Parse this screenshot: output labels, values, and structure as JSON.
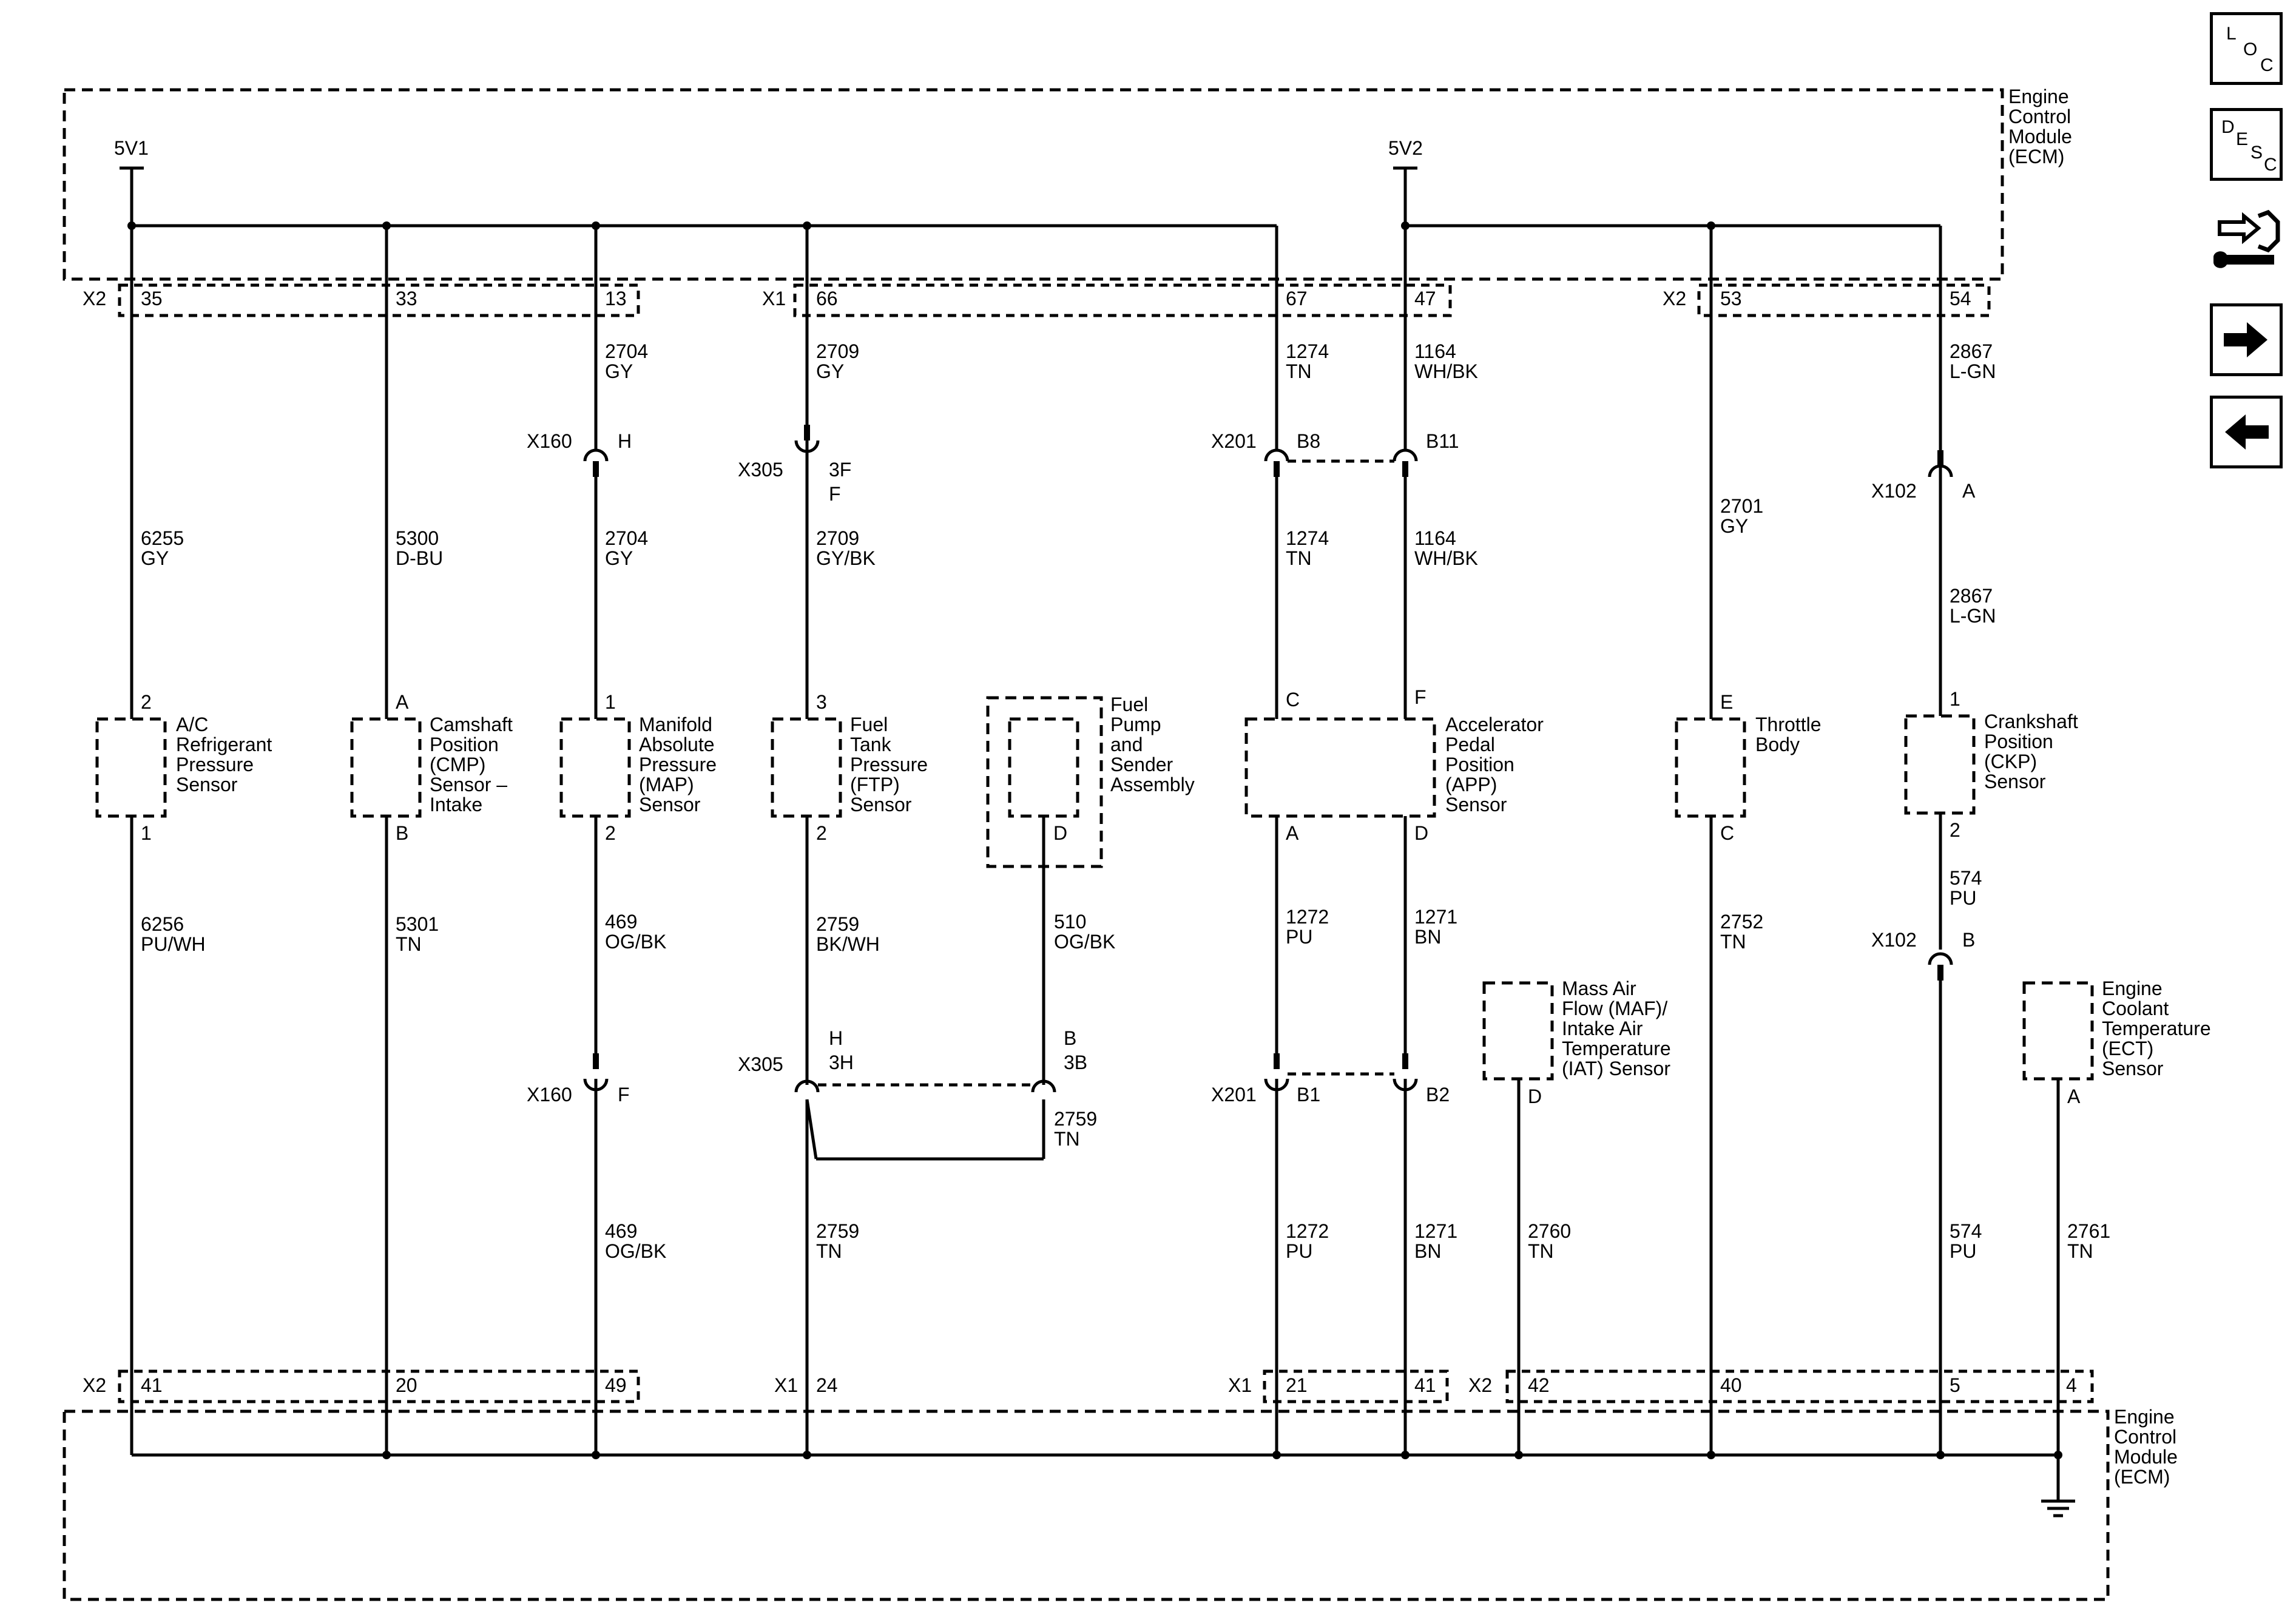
{
  "nav": {
    "loc": [
      "L",
      "O",
      "C"
    ],
    "desc": [
      "D",
      "E",
      "S",
      "C"
    ],
    "next_icon": "arrow-right",
    "prev_icon": "arrow-left",
    "tool_icon": "connector-tool"
  },
  "ecm": {
    "top_label": [
      "Engine",
      "Control",
      "Module",
      "(ECM)"
    ],
    "bottom_label": [
      "Engine",
      "Control",
      "Module",
      "(ECM)"
    ]
  },
  "supplies": {
    "left": "5V1",
    "right": "5V2"
  },
  "top_connectors": [
    {
      "name": "X2",
      "pins": [
        "35",
        "33",
        "13"
      ]
    },
    {
      "name": "X1",
      "pins": [
        "66",
        "67",
        "47"
      ]
    },
    {
      "name": "X2",
      "pins": [
        "53",
        "54"
      ]
    }
  ],
  "bottom_connectors": [
    {
      "name": "X2",
      "pins": [
        "41",
        "20",
        "49"
      ]
    },
    {
      "name": "X1",
      "pins": [
        "24"
      ]
    },
    {
      "name": "X1",
      "pins": [
        "21",
        "41"
      ]
    },
    {
      "name": "X2",
      "pins": [
        "42",
        "40",
        "5",
        "4"
      ]
    }
  ],
  "wires": {
    "map_upper": [
      "2704",
      "GY"
    ],
    "ftp_upper": [
      "2709",
      "GY"
    ],
    "app_c_upper": [
      "1274",
      "TN"
    ],
    "app_f_upper": [
      "1164",
      "WH/BK"
    ],
    "ckp_upper": [
      "2867",
      "L-GN"
    ],
    "ac_upper": [
      "6255",
      "GY"
    ],
    "cmp_upper": [
      "5300",
      "D-BU"
    ],
    "map_mid": [
      "2704",
      "GY"
    ],
    "ftp_mid": [
      "2709",
      "GY/BK"
    ],
    "app_c_mid": [
      "1274",
      "TN"
    ],
    "app_f_mid": [
      "1164",
      "WH/BK"
    ],
    "tb_upper": [
      "2701",
      "GY"
    ],
    "ckp_mid": [
      "2867",
      "L-GN"
    ],
    "ac_lower": [
      "6256",
      "PU/WH"
    ],
    "cmp_lower": [
      "5301",
      "TN"
    ],
    "map_lower": [
      "469",
      "OG/BK"
    ],
    "ftp_lower": [
      "2759",
      "BK/WH"
    ],
    "pump_lower": [
      "510",
      "OG/BK"
    ],
    "app_a_lower": [
      "1272",
      "PU"
    ],
    "app_d_lower": [
      "1271",
      "BN"
    ],
    "tb_lower": [
      "2752",
      "TN"
    ],
    "ckp_lower": [
      "574",
      "PU"
    ],
    "pump_jumper": [
      "2759",
      "TN"
    ],
    "map_bottom": [
      "469",
      "OG/BK"
    ],
    "ftp_bottom": [
      "2759",
      "TN"
    ],
    "app_a_bottom": [
      "1272",
      "PU"
    ],
    "app_d_bottom": [
      "1271",
      "BN"
    ],
    "maf_bottom": [
      "2760",
      "TN"
    ],
    "ckp_bottom": [
      "574",
      "PU"
    ],
    "ect_bottom": [
      "2761",
      "TN"
    ]
  },
  "inline_connectors": {
    "x160_top": {
      "name": "X160",
      "pin": "H"
    },
    "x305_top": {
      "name": "X305",
      "pin": "3F",
      "pin2": "F"
    },
    "x201_top": {
      "name": "X201",
      "pin_a": "B8",
      "pin_b": "B11"
    },
    "x102_top": {
      "name": "X102",
      "pin": "A"
    },
    "x102_bottom": {
      "name": "X102",
      "pin": "B"
    },
    "x160_bottom": {
      "name": "X160",
      "pin": "F"
    },
    "x305_bottom": {
      "name": "X305",
      "pin_a": "H",
      "pin_a2": "3H",
      "pin_b": "B",
      "pin_b2": "3B"
    },
    "x201_bottom": {
      "name": "X201",
      "pin_a": "B1",
      "pin_b": "B2"
    }
  },
  "components": {
    "ac": {
      "label": [
        "A/C",
        "Refrigerant",
        "Pressure",
        "Sensor"
      ],
      "pin_top": "2",
      "pin_bottom": "1"
    },
    "cmp": {
      "label": [
        "Camshaft",
        "Position",
        "(CMP)",
        "Sensor –",
        "Intake"
      ],
      "pin_top": "A",
      "pin_bottom": "B"
    },
    "map": {
      "label": [
        "Manifold",
        "Absolute",
        "Pressure",
        "(MAP)",
        "Sensor"
      ],
      "pin_top": "1",
      "pin_bottom": "2"
    },
    "ftp": {
      "label": [
        "Fuel",
        "Tank",
        "Pressure",
        "(FTP)",
        "Sensor"
      ],
      "pin_top": "3",
      "pin_bottom": "2"
    },
    "pump": {
      "label": [
        "Fuel",
        "Pump",
        "and",
        "Sender",
        "Assembly"
      ],
      "pin_bottom": "D"
    },
    "app": {
      "label": [
        "Accelerator",
        "Pedal",
        "Position",
        "(APP)",
        "Sensor"
      ],
      "pin_c": "C",
      "pin_f": "F",
      "pin_a": "A",
      "pin_d": "D"
    },
    "tb": {
      "label": [
        "Throttle",
        "Body"
      ],
      "pin_top": "E",
      "pin_bottom": "C"
    },
    "ckp": {
      "label": [
        "Crankshaft",
        "Position",
        "(CKP)",
        "Sensor"
      ],
      "pin_top": "1",
      "pin_bottom": "2"
    },
    "maf": {
      "label": [
        "Mass Air",
        "Flow (MAF)/",
        "Intake Air",
        "Temperature",
        "(IAT) Sensor"
      ],
      "pin_bottom": "D"
    },
    "ect": {
      "label": [
        "Engine",
        "Coolant",
        "Temperature",
        "(ECT)",
        "Sensor"
      ],
      "pin_bottom": "A"
    }
  }
}
